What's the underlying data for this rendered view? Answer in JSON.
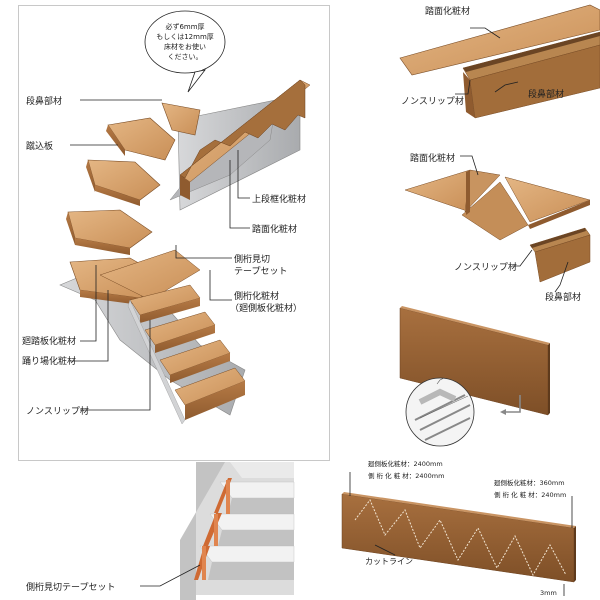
{
  "main": {
    "callout_note": [
      "必ず6mm厚",
      "もしくは12mm厚",
      "床材をお使い",
      "ください。"
    ],
    "labels": {
      "nosing": "段鼻部材",
      "riser": "蹴込板",
      "upper_frame": "上段框化粧材",
      "tread": "踏面化粧材",
      "stringer_tape": [
        "側桁見切",
        "テープセット"
      ],
      "stringer_cover": [
        "側桁化粧材",
        "（廻側板化粧材）"
      ],
      "winder_tread": "廻踏板化粧材",
      "landing": "踊り場化粧材",
      "nonslip": "ノンスリップ材"
    }
  },
  "detail1": {
    "tread": "踏面化粧材",
    "nonslip": "ノンスリップ材",
    "nosing": "段鼻部材"
  },
  "detail2": {
    "tread": "踏面化粧材",
    "nonslip": "ノンスリップ材",
    "nosing": "段鼻部材"
  },
  "bottom_left": {
    "caption": "側桁見切テープセット"
  },
  "bottom_right": {
    "spec1_lines": [
      "廻側板化粧材：2400mm",
      "側 桁 化 粧 材：2400mm"
    ],
    "spec2_lines": [
      "廻側板化粧材：360mm",
      "側 桁 化 粧 材：240mm"
    ],
    "cut_line": "カットライン",
    "thickness": "3mm"
  },
  "colors": {
    "wood_light": "#d9a571",
    "wood_mid": "#c0864f",
    "wood_dark": "#8d5a2e",
    "gray_panel": "#c9cacc",
    "accent_tape": "#cf6a33"
  }
}
